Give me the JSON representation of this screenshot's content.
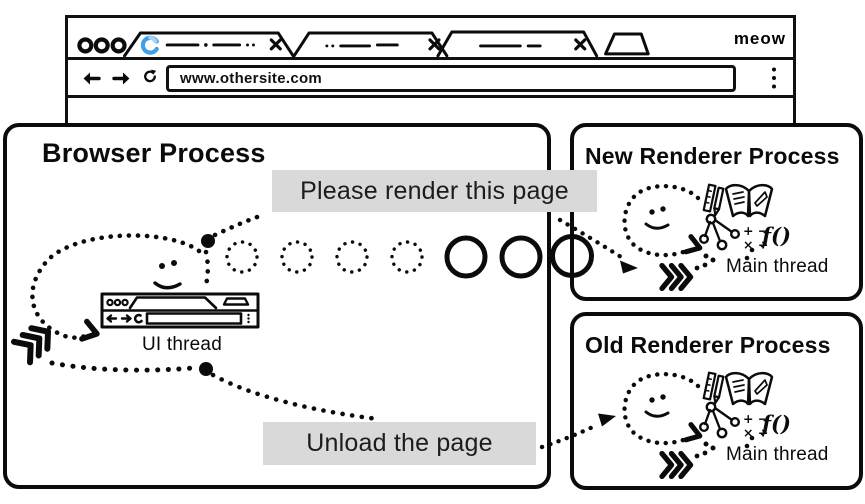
{
  "browser_window": {
    "brand": "meow",
    "address_bar": {
      "url": "www.othersite.com"
    }
  },
  "diagram": {
    "messages": {
      "render": "Please render this page",
      "unload": "Unload the page"
    },
    "browser_process": {
      "title": "Browser Process",
      "thread": "UI thread"
    },
    "new_renderer_process": {
      "title": "New Renderer Process",
      "thread": "Main thread"
    },
    "old_renderer_process": {
      "title": "Old Renderer Process",
      "thread": "Main thread"
    },
    "renderer_icons": {
      "math_row1": "+ −",
      "math_row2": "× ÷",
      "function": "f()"
    }
  },
  "colors": {
    "ink": "#0b0b0b",
    "label_bg": "#d9d9d9",
    "spinner_blue": "#3fa0e8"
  }
}
